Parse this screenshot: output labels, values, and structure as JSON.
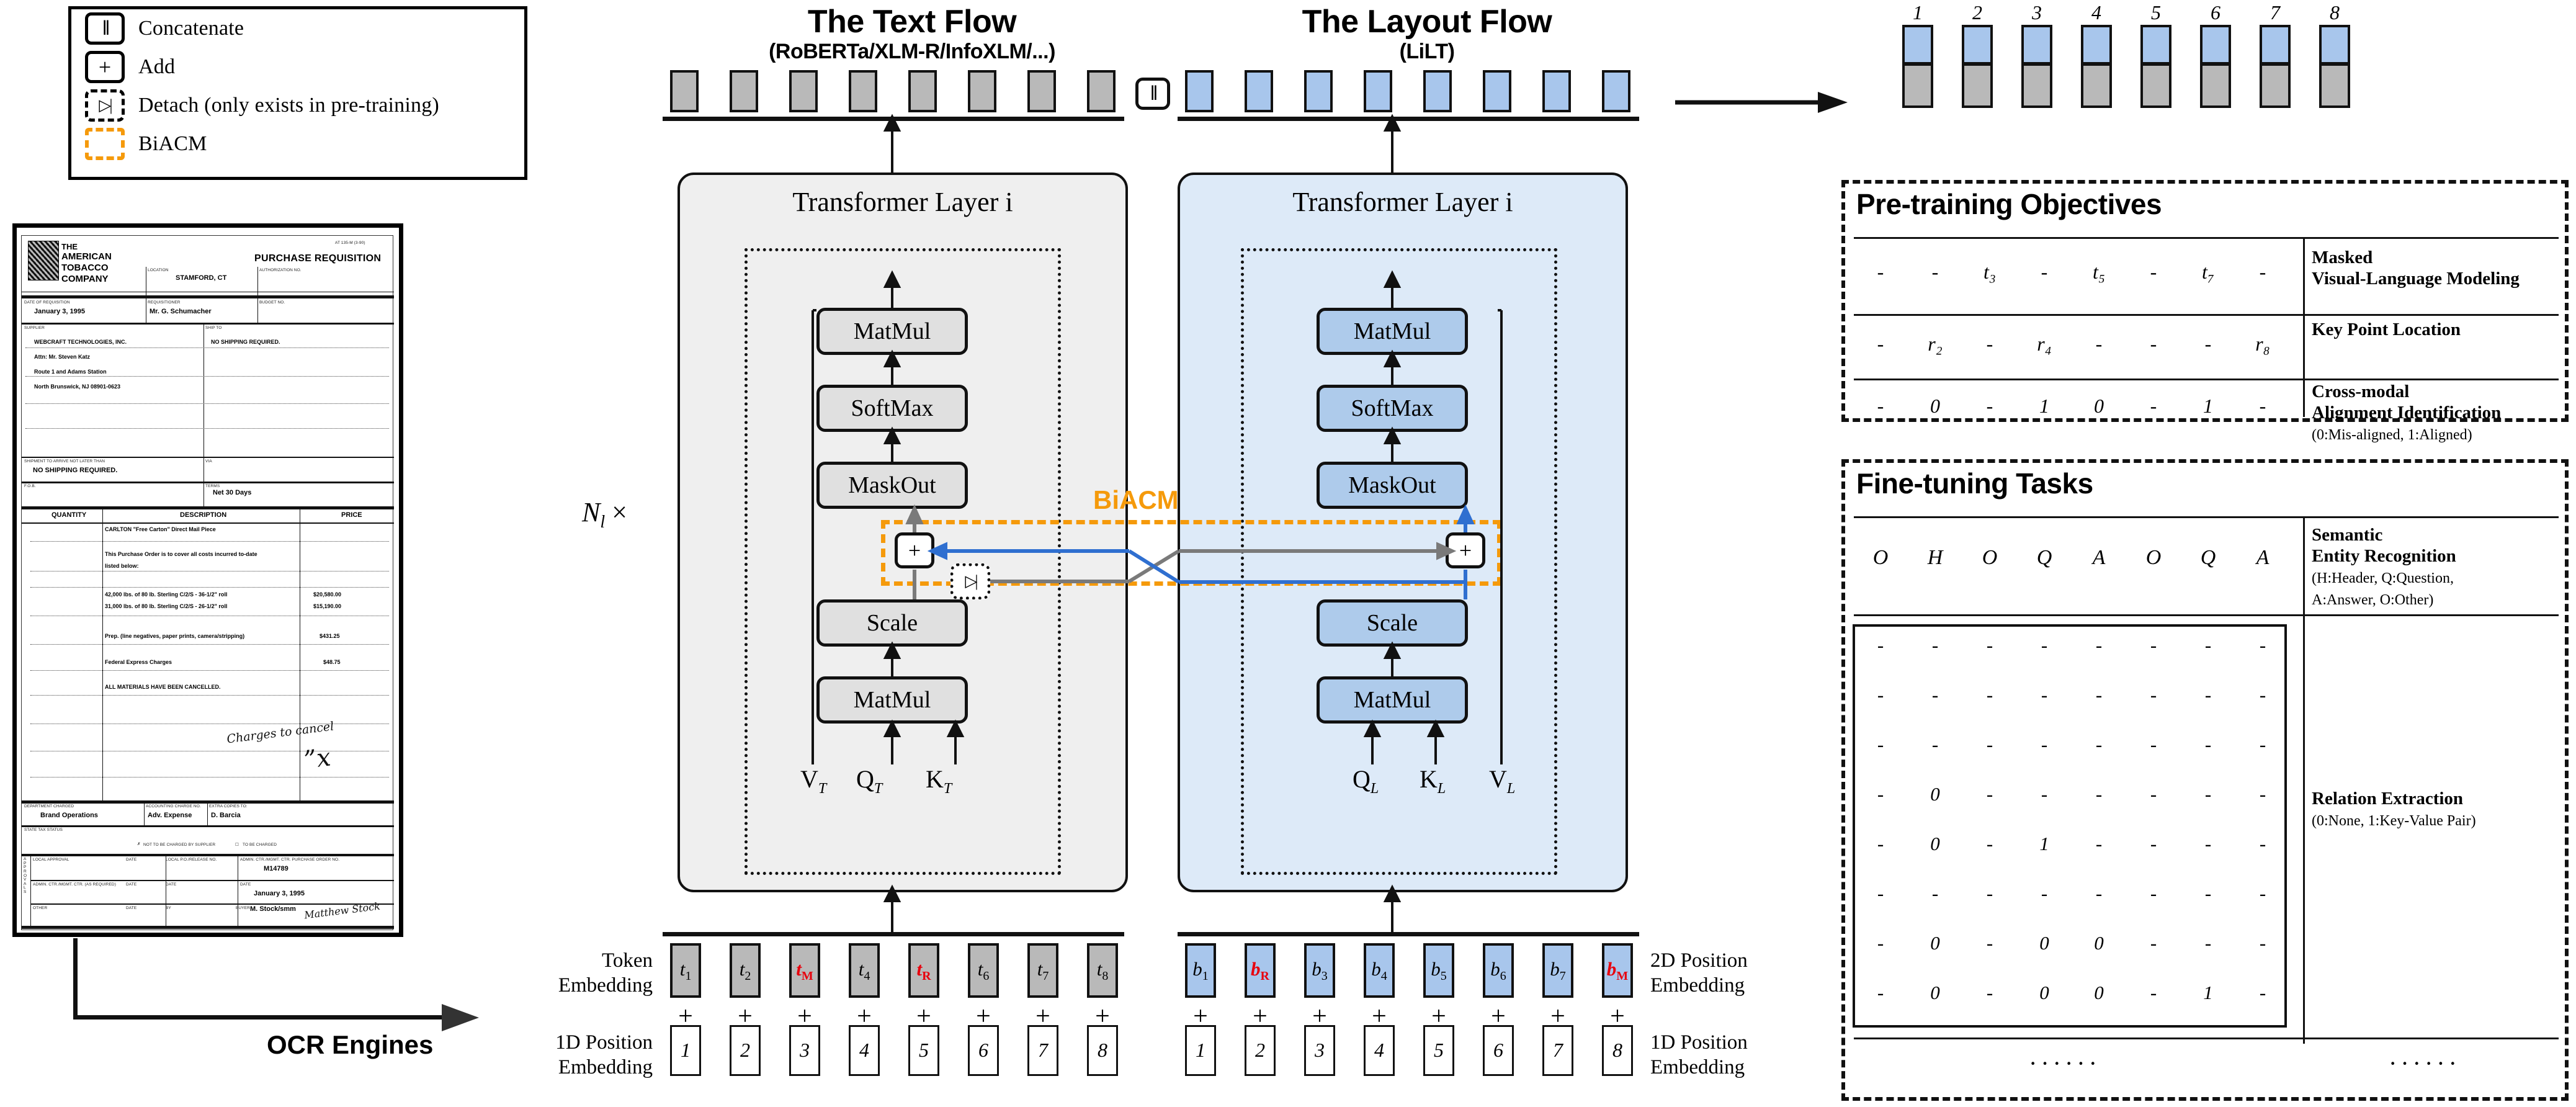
{
  "legend": {
    "items": [
      {
        "icon": "concatenate-icon",
        "glyph": "‖",
        "label": "Concatenate"
      },
      {
        "icon": "add-icon",
        "glyph": "+",
        "label": "Add"
      },
      {
        "icon": "detach-icon",
        "glyph": "▷|",
        "label": "Detach (only exists in pre-training)"
      },
      {
        "icon": "biacm-icon",
        "glyph": "",
        "label": "BiACM"
      }
    ]
  },
  "document": {
    "form_code": "AT 135-M (3-90)",
    "company": [
      "THE",
      "AMERICAN",
      "TOBACCO",
      "COMPANY"
    ],
    "title": "PURCHASE REQUISITION",
    "fields": [
      {
        "label": "LOCATION",
        "value": "STAMFORD, CT"
      },
      {
        "label": "AUTHORIZATION NO.",
        "value": ""
      },
      {
        "label": "DATE OF REQUISITION",
        "value": "January 3, 1995"
      },
      {
        "label": "REQUISITIONER",
        "value": "Mr. G. Schumacher"
      },
      {
        "label": "BUDGET NO.",
        "value": ""
      },
      {
        "label": "SUPPLIER",
        "value": ""
      },
      {
        "label": "SHIP TO",
        "value": "NO SHIPPING REQUIRED."
      },
      {
        "label": "SHIPMENT TO ARRIVE NOT LATER THAN",
        "value": "NO SHIPPING REQUIRED."
      },
      {
        "label": "VIA",
        "value": ""
      },
      {
        "label": "F.O.B.",
        "value": ""
      },
      {
        "label": "TERMS",
        "value": "Net 30 Days"
      }
    ],
    "supplier_lines": [
      "WEBCRAFT TECHNOLOGIES, INC.",
      "Attn: Mr. Steven Katz",
      "Route 1 and Adams Station",
      "North Brunswick, NJ 08901-0623"
    ],
    "table_headers": [
      "QUANTITY",
      "DESCRIPTION",
      "PRICE"
    ],
    "table_rows": [
      {
        "desc": "CARLTON \"Free Carton\" Direct Mail Piece",
        "price": ""
      },
      {
        "desc": "This Purchase Order is to cover all costs incurred to-date",
        "price": ""
      },
      {
        "desc": "listed below:",
        "price": ""
      },
      {
        "desc": "42,000 lbs. of 80 lb. Sterling C/2/S - 36-1/2\" roll",
        "price": "$20,580.00"
      },
      {
        "desc": "31,000 lbs. of 80 lb. Sterling C/2/S - 26-1/2\" roll",
        "price": "$15,190.00"
      },
      {
        "desc": "Prep. (line negatives, paper prints, camera/stripping)",
        "price": "$431.25"
      },
      {
        "desc": "Federal Express Charges",
        "price": "$48.75"
      },
      {
        "desc": "ALL MATERIALS HAVE BEEN CANCELLED.",
        "price": ""
      }
    ],
    "handwriting": "Charges to cancel",
    "footer": [
      {
        "label": "DEPARTMENT CHARGED",
        "value": "Brand Operations"
      },
      {
        "label": "ACCOUNTING CHARGE NO.",
        "value": "Adv. Expense"
      },
      {
        "label": "EXTRA COPIES TO:",
        "value": "D. Barcia"
      },
      {
        "label": "STATE TAX STATUS",
        "value": ""
      }
    ],
    "tax_options": [
      "NOT TO BE CHARGED BY SUPPLIER",
      "TO BE CHARGED"
    ],
    "approvals_label": "APPROVALS",
    "approval_rows": [
      {
        "label": "LOCAL APPROVAL",
        "date": "DATE",
        "po": "LOCAL P.O./RELEASE NO.",
        "admin": "ADMIN. CTR./MGMT. CTR. PURCHASE ORDER NO.",
        "value": "M14789"
      },
      {
        "label": "ADMIN. CTR./MGMT. CTR. (AS REQUIRED)",
        "date": "DATE",
        "po": "DATE",
        "admin": "DATE",
        "value": "January 3, 1995"
      },
      {
        "label": "OTHER",
        "date": "DATE",
        "po": "BY",
        "admin": "BUYER",
        "value": "M. Stock/smm"
      }
    ],
    "signature": "Matthew Stock"
  },
  "ocr": {
    "label": "OCR Engines"
  },
  "text_flow": {
    "title": "The Text Flow",
    "subtitle": "(RoBERTa/XLM-R/InfoXLM/...)",
    "panel_title": "Transformer Layer i",
    "nodes": [
      "MatMul",
      "SoftMax",
      "MaskOut",
      "Scale",
      "MatMul"
    ],
    "op_add": "+",
    "op_detach": "▷|",
    "inputs": [
      {
        "name": "V",
        "sub": "T"
      },
      {
        "name": "Q",
        "sub": "T"
      },
      {
        "name": "K",
        "sub": "T"
      }
    ],
    "output_tokens": [
      "",
      "",
      "",
      "",
      "",
      "",
      "",
      ""
    ]
  },
  "layout_flow": {
    "title": "The Layout Flow",
    "subtitle": "(LiLT)",
    "panel_title": "Transformer Layer i",
    "nodes": [
      "MatMul",
      "SoftMax",
      "MaskOut",
      "Scale",
      "MatMul"
    ],
    "op_add": "+",
    "inputs": [
      {
        "name": "Q",
        "sub": "L"
      },
      {
        "name": "K",
        "sub": "L"
      },
      {
        "name": "V",
        "sub": "L"
      }
    ],
    "output_tokens": [
      "",
      "",
      "",
      "",
      "",
      "",
      "",
      ""
    ]
  },
  "biacm": {
    "label": "BiACM"
  },
  "repeat": {
    "label": "N",
    "sub": "l",
    "times": "×"
  },
  "concat": {
    "glyph": "‖"
  },
  "embeddings": {
    "token_label": [
      "Token",
      "Embedding"
    ],
    "pos1d_label_left": [
      "1D Position",
      "Embedding"
    ],
    "pos2d_label_right": [
      "2D Position",
      "Embedding"
    ],
    "pos1d_label_right": [
      "1D Position",
      "Embedding"
    ],
    "plus": "+",
    "text_tokens": [
      {
        "base": "t",
        "sub": "1",
        "red": false
      },
      {
        "base": "t",
        "sub": "2",
        "red": false
      },
      {
        "base": "t",
        "sub": "M",
        "red": true
      },
      {
        "base": "t",
        "sub": "4",
        "red": false
      },
      {
        "base": "t",
        "sub": "R",
        "red": true
      },
      {
        "base": "t",
        "sub": "6",
        "red": false
      },
      {
        "base": "t",
        "sub": "7",
        "red": false
      },
      {
        "base": "t",
        "sub": "8",
        "red": false
      }
    ],
    "text_positions": [
      "1",
      "2",
      "3",
      "4",
      "5",
      "6",
      "7",
      "8"
    ],
    "layout_tokens": [
      {
        "base": "b",
        "sub": "1",
        "red": false
      },
      {
        "base": "b",
        "sub": "R",
        "red": true
      },
      {
        "base": "b",
        "sub": "3",
        "red": false
      },
      {
        "base": "b",
        "sub": "4",
        "red": false
      },
      {
        "base": "b",
        "sub": "5",
        "red": false
      },
      {
        "base": "b",
        "sub": "6",
        "red": false
      },
      {
        "base": "b",
        "sub": "7",
        "red": false
      },
      {
        "base": "b",
        "sub": "M",
        "red": true
      }
    ],
    "layout_positions": [
      "1",
      "2",
      "3",
      "4",
      "5",
      "6",
      "7",
      "8"
    ]
  },
  "output_stack": {
    "indices": [
      "1",
      "2",
      "3",
      "4",
      "5",
      "6",
      "7",
      "8"
    ]
  },
  "pretraining": {
    "title": "Pre-training Objectives",
    "rows": [
      {
        "cells": [
          "-",
          "-",
          "t₃",
          "-",
          "t₅",
          "-",
          "t₇",
          "-"
        ],
        "title": "Masked",
        "title2": "Visual-Language Modeling",
        "note": ""
      },
      {
        "cells": [
          "-",
          "r₂",
          "-",
          "r₄",
          "-",
          "-",
          "-",
          "r₈"
        ],
        "title": "Key Point Location",
        "title2": "",
        "note": ""
      },
      {
        "cells": [
          "-",
          "0",
          "-",
          "1",
          "0",
          "-",
          "1",
          "-"
        ],
        "title": "Cross-modal",
        "title2": "Alignment Identification",
        "note": "(0:Mis-aligned, 1:Aligned)"
      }
    ]
  },
  "finetuning": {
    "title": "Fine-tuning Tasks",
    "ser": {
      "cells": [
        "O",
        "H",
        "O",
        "Q",
        "A",
        "O",
        "Q",
        "A"
      ],
      "title": "Semantic",
      "title2": "Entity Recognition",
      "note1": "(H:Header, Q:Question,",
      "note2": " A:Answer, O:Other)"
    },
    "re": {
      "title": "Relation Extraction",
      "note": "(0:None, 1:Key-Value Pair)",
      "matrix": [
        [
          "-",
          "-",
          "-",
          "-",
          "-",
          "-",
          "-",
          "-"
        ],
        [
          "-",
          "-",
          "-",
          "-",
          "-",
          "-",
          "-",
          "-"
        ],
        [
          "-",
          "-",
          "-",
          "-",
          "-",
          "-",
          "-",
          "-"
        ],
        [
          "-",
          "0",
          "-",
          "-",
          "-",
          "-",
          "-",
          "-"
        ],
        [
          "-",
          "0",
          "-",
          "1",
          "-",
          "-",
          "-",
          "-"
        ],
        [
          "-",
          "-",
          "-",
          "-",
          "-",
          "-",
          "-",
          "-"
        ],
        [
          "-",
          "0",
          "-",
          "0",
          "0",
          "-",
          "-",
          "-"
        ],
        [
          "-",
          "0",
          "-",
          "0",
          "0",
          "-",
          "1",
          "-"
        ]
      ],
      "ellipsis_left": "······",
      "ellipsis_right": "······"
    }
  },
  "colors": {
    "gray_cell": "#b9b9b9",
    "blue_cell": "#a8c6ec",
    "panel_gray": "#efefef",
    "panel_blue": "#ddeaf8",
    "accent_orange": "#f59a0b",
    "red_token": "#e8000d",
    "blue_edge": "#2f6fd0",
    "gray_edge": "#7a7a7a"
  }
}
